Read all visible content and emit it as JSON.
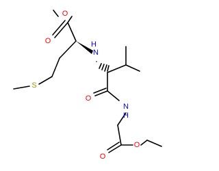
{
  "atoms": {
    "o_ester1_single": {
      "symbol": "O",
      "color": "#ff0000"
    },
    "o_ester1_carbonyl": {
      "symbol": "O",
      "color": "#ff0000"
    },
    "n_amine": {
      "symbol": "N",
      "color": "#0000ff"
    },
    "h_amine": {
      "symbol": "H",
      "color": "#0000ff"
    },
    "s_thioether": {
      "symbol": "S",
      "color": "#999900"
    },
    "o_amide": {
      "symbol": "O",
      "color": "#ff0000"
    },
    "n_amide": {
      "symbol": "N",
      "color": "#0000ff"
    },
    "h_amide": {
      "symbol": "H",
      "color": "#0000ff"
    },
    "o_ester2_carbonyl": {
      "symbol": "O",
      "color": "#ff0000"
    },
    "o_ester2_single": {
      "symbol": "O",
      "color": "#ff0000"
    }
  },
  "bond_color": "#000000"
}
